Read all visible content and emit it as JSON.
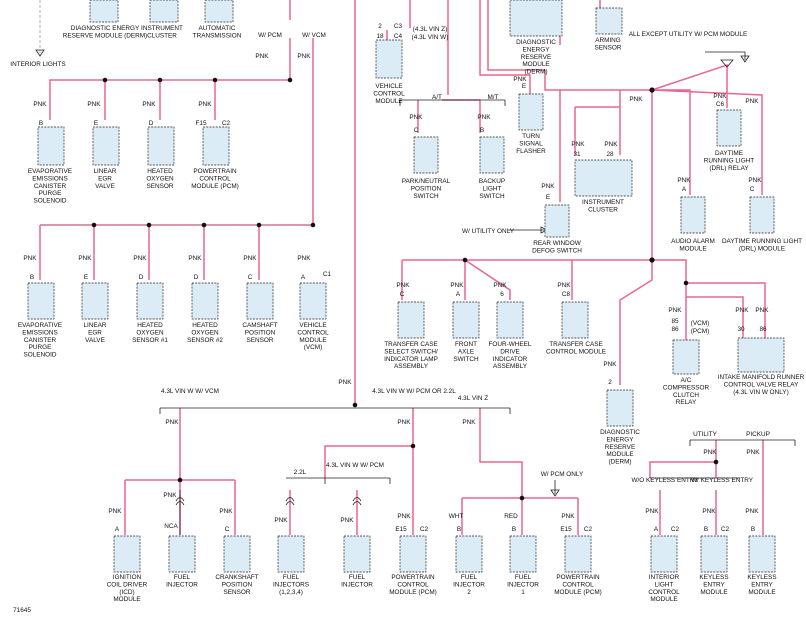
{
  "figure_number": "71645",
  "branch_labels": [
    "W/ PCM",
    "W/ VCM",
    "A/T",
    "M/T",
    "W/ UTILITY ONLY",
    "ALL EXCEPT UTILITY W/ PCM MODULE",
    "4.3L VIN W W/ VCM",
    "4.3L VIN W W/ PCM OR 2.2L",
    "4.3L VIN Z",
    "2.2L",
    "4.3L VIN W W/ PCM",
    "W/ PCM ONLY",
    "UTILITY",
    "PICKUP",
    "W/O KEYLESS ENTRY",
    "W/ KEYLESS ENTRY",
    "INTERIOR LIGHTS",
    "(4.3L VIN Z)",
    "(4.3L VIN W)",
    "(VCM)",
    "(PCM)",
    "NCA"
  ],
  "wire_labels": [
    "PNK",
    "WHT",
    "RED"
  ],
  "connector_labels": [
    "C1",
    "C2",
    "C3",
    "C4",
    "C6",
    "C8"
  ],
  "pin_labels": [
    "A",
    "B",
    "C",
    "D",
    "E",
    "F15",
    "E15",
    "2",
    "6",
    "18",
    "28",
    "30",
    "31",
    "85",
    "86"
  ],
  "components": [
    "DIAGNOSTIC ENERGY RESERVE MODULE (DERM)",
    "INSTRUMENT CLUSTER",
    "AUTOMATIC TRANSMISSION",
    "ARMING SENSOR",
    "EVAPORATIVE EMISSIONS CANISTER PURGE SOLENOID",
    "LINEAR EGR VALVE",
    "HEATED OXYGEN SENSOR",
    "POWERTRAIN CONTROL MODULE (PCM)",
    "VEHICLE CONTROL MODULE",
    "PARK/NEUTRAL POSITION SWITCH",
    "BACKUP LIGHT SWITCH",
    "TURN SIGNAL FLASHER",
    "DAYTIME RUNNING LIGHT (DRL) RELAY",
    "AUDIO ALARM MODULE",
    "DAYTIME RUNNING LIGHT (DRL) MODULE",
    "REAR WINDOW DEFOG SWITCH",
    "HEATED OXYGEN SENSOR #1",
    "HEATED OXYGEN SENSOR #2",
    "CAMSHAFT POSITION SENSOR",
    "VEHICLE CONTROL MODULE (VCM)",
    "TRANSFER CASE SELECT SWITCH/ INDICATOR LAMP ASSEMBLY",
    "FRONT AXLE SWITCH",
    "FOUR-WHEEL DRIVE INDICATOR ASSEMBLY",
    "TRANSFER CASE CONTROL MODULE",
    "A/C COMPRESSOR CLUTCH RELAY",
    "INTAKE MANIFOLD RUNNER CONTROL VALVE RELAY (4.3L VIN W ONLY)",
    "IGNITION COIL DRIVER (ICD) MODULE",
    "FUEL INJECTOR",
    "CRANKSHAFT POSITION SENSOR",
    "FUEL INJECTORS (1,2,3,4)",
    "FUEL INJECTOR 2",
    "FUEL INJECTOR 1",
    "INTERIOR LIGHT CONTROL MODULE",
    "KEYLESS ENTRY MODULE"
  ]
}
